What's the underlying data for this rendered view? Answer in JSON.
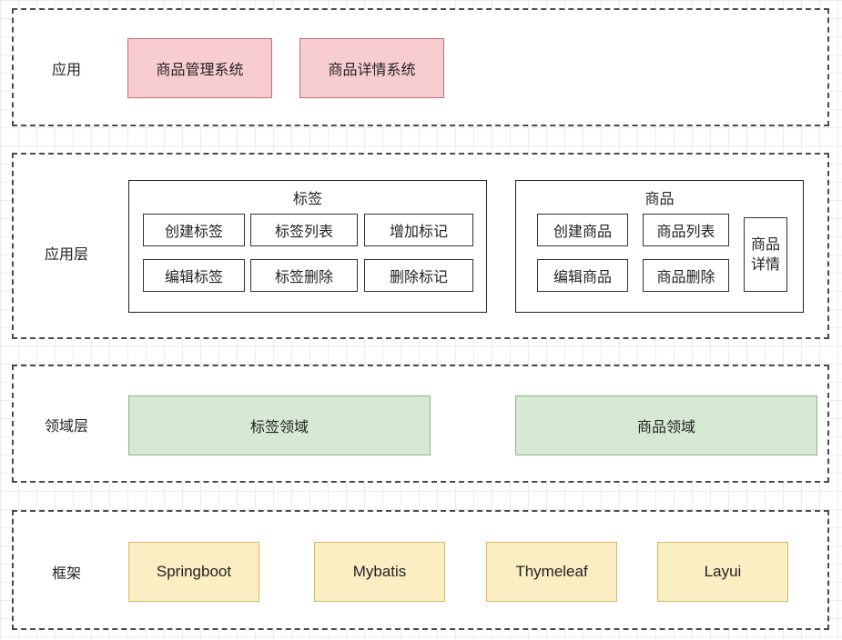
{
  "layers": {
    "application": {
      "label": "应用",
      "items": [
        "商品管理系统",
        "商品详情系统"
      ]
    },
    "app_service": {
      "label": "应用层",
      "groups": [
        {
          "title": "标签",
          "actions": [
            "创建标签",
            "标签列表",
            "增加标记",
            "编辑标签",
            "标签删除",
            "删除标记"
          ]
        },
        {
          "title": "商品",
          "actions": [
            "创建商品",
            "商品列表",
            "编辑商品",
            "商品删除"
          ],
          "side_action": {
            "line1": "商品",
            "line2": "详情"
          }
        }
      ]
    },
    "domain": {
      "label": "领域层",
      "items": [
        "标签领域",
        "商品领域"
      ]
    },
    "framework": {
      "label": "框架",
      "items": [
        "Springboot",
        "Mybatis",
        "Thymeleaf",
        "Layui"
      ]
    }
  },
  "colors": {
    "application_fill": "#f8cdd1",
    "domain_fill": "#d6ead3",
    "framework_fill": "#fbeec3"
  }
}
